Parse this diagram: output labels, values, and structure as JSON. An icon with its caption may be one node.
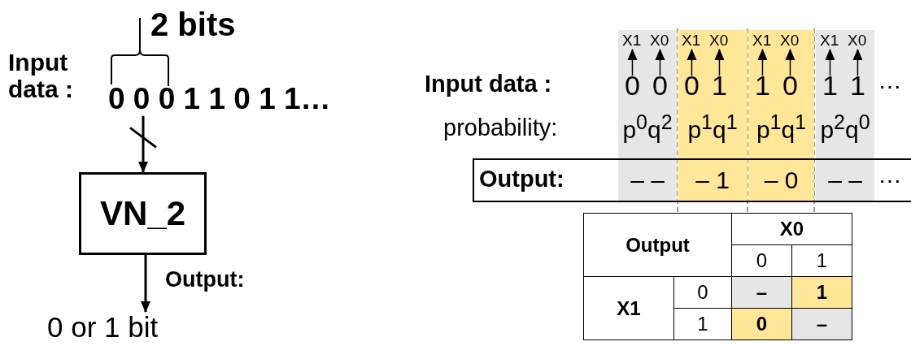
{
  "diagram": {
    "nodes": [
      {
        "text": [
          "0 0 0 1 1 0 1 1…"
        ],
        "beside": [
          "Input data :"
        ]
      },
      {
        "text": [
          "VN_2"
        ]
      },
      {
        "text": [
          "0 or 1 bit"
        ]
      },
      {
        "text": [
          "p$^{0}$q$^{2}$",
          "– –"
        ]
      },
      {
        "text": [
          "p$^{1}$q$^{1}$",
          "– 1"
        ]
      },
      {
        "text": [
          "p$^{1}$q$^{1}$",
          "– 0"
        ]
      },
      {
        "text": [
          "p$^{2}$q$^{0}$",
          "– –"
        ]
      },
      {
        "text": [
          "Output:"
        ]
      },
      {
        "text": [
          "X1"
        ],
        "in": 3
      },
      {
        "text": [
          "X0"
        ],
        "in": 3
      },
      {
        "text": [
          "0"
        ],
        "in": 3
      },
      {
        "text": [
          "0"
        ],
        "in": 3
      },
      {
        "text": [
          "X1"
        ],
        "in": 4
      },
      {
        "text": [
          "X0"
        ],
        "in": 4
      },
      {
        "text": [
          "0"
        ],
        "in": 4
      },
      {
        "text": [
          "1"
        ],
        "in": 4
      },
      {
        "text": [
          "X1"
        ],
        "in": 5
      },
      {
        "text": [
          "X0"
        ],
        "in": 5
      },
      {
        "text": [
          "1"
        ],
        "in": 5
      },
      {
        "text": [
          "0"
        ],
        "in": 5
      },
      {
        "text": [
          "X1"
        ],
        "in": 6
      },
      {
        "text": [
          "X0"
        ],
        "in": 6
      },
      {
        "text": [
          "1"
        ],
        "in": 6
      },
      {
        "text": [
          "1"
        ],
        "in": 6
      }
    ],
    "edges": [
      {
        "from": 0,
        "to": 1,
        "arrow": "to"
      },
      {
        "from": 1,
        "to": 2,
        "arrow": "to",
        "label": "Output:"
      },
      {
        "from": 10,
        "to": 8,
        "arrow": "to"
      },
      {
        "from": 11,
        "to": 9,
        "arrow": "to"
      },
      {
        "from": 14,
        "to": 12,
        "arrow": "to"
      },
      {
        "from": 15,
        "to": 13,
        "arrow": "to"
      },
      {
        "from": 18,
        "to": 16,
        "arrow": "to"
      },
      {
        "from": 19,
        "to": 17,
        "arrow": "to"
      },
      {
        "from": 22,
        "to": 20,
        "arrow": "to"
      },
      {
        "from": 23,
        "to": 21,
        "arrow": "to"
      }
    ],
    "labels": [
      "2 bits",
      "Input data :",
      "probability:",
      "⋯",
      "⋯",
      "Output",
      "X0",
      "0",
      "1",
      "X1",
      "0",
      "–",
      "1",
      "1",
      "0",
      "–"
    ]
  }
}
